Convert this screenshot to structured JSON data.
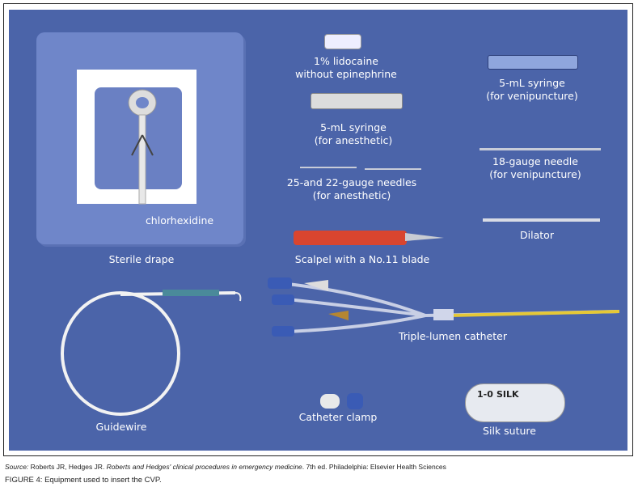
{
  "figure": {
    "labels": {
      "lidocaine_1": "1% lidocaine",
      "lidocaine_2": "without epinephrine",
      "syringe_veni_1": "5-mL syringe",
      "syringe_veni_2": "(for venipuncture)",
      "syringe_anes_1": "5-mL syringe",
      "syringe_anes_2": "(for anesthetic)",
      "needle18_1": "18-gauge needle",
      "needle18_2": "(for venipuncture)",
      "needles_1": "25-and 22-gauge needles",
      "needles_2": "(for anesthetic)",
      "chlorhexidine": "chlorhexidine",
      "drape": "Sterile drape",
      "scalpel": "Scalpel with a No.11 blade",
      "dilator": "Dilator",
      "catheter": "Triple-lumen catheter",
      "guidewire": "Guidewire",
      "clamp": "Catheter clamp",
      "suture": "Silk suture"
    },
    "suture_pack": {
      "size": "1-0",
      "brand": "SILK"
    },
    "background_color": "#4b64a9"
  },
  "source": {
    "prefix": "Source:",
    "authors": " Roberts JR, Hedges JR. ",
    "title": "Roberts and Hedges' clinical procedures in emergency medicine",
    "rest": ". 7th ed. Philadelphia: Elsevier Health Sciences"
  },
  "caption": "FIGURE 4: Equipment used to insert the CVP."
}
